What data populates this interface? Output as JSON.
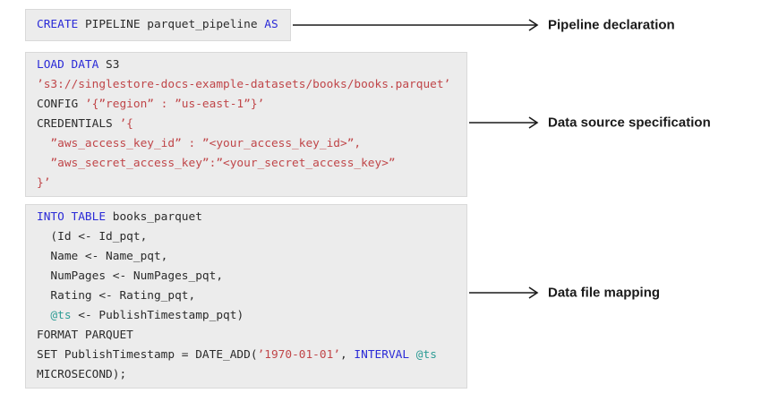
{
  "colors": {
    "page_bg": "#ffffff",
    "box_bg": "#ececec",
    "box_border": "#d9d9d9",
    "code_text": "#2b2b2b",
    "keyword": "#2b2bd7",
    "string": "#c04649",
    "variable": "#2e9c95",
    "arrow": "#1a1a1a",
    "label_text": "#1a1a1a"
  },
  "blocks": [
    {
      "id": "pipeline-declaration-code",
      "lines": [
        [
          {
            "c": "kw",
            "t": "CREATE"
          },
          {
            "c": "plain",
            "t": " PIPELINE parquet_pipeline "
          },
          {
            "c": "kw",
            "t": "AS"
          }
        ]
      ]
    },
    {
      "id": "data-source-specification-code",
      "lines": [
        [
          {
            "c": "kw",
            "t": "LOAD DATA"
          },
          {
            "c": "plain",
            "t": " S3"
          }
        ],
        [
          {
            "c": "str",
            "t": "’s3://singlestore-docs-example-datasets/books/books.parquet’"
          }
        ],
        [
          {
            "c": "plain",
            "t": "CONFIG "
          },
          {
            "c": "str",
            "t": "’{”region” : ”us-east-1”}’"
          }
        ],
        [
          {
            "c": "plain",
            "t": "CREDENTIALS "
          },
          {
            "c": "str",
            "t": "’{"
          }
        ],
        [
          {
            "c": "str",
            "t": "  ”aws_access_key_id” : ”<your_access_key_id>”,"
          }
        ],
        [
          {
            "c": "str",
            "t": "  ”aws_secret_access_key”:”<your_secret_access_key>”"
          }
        ],
        [
          {
            "c": "str",
            "t": "}’"
          }
        ]
      ]
    },
    {
      "id": "data-file-mapping-code",
      "lines": [
        [
          {
            "c": "kw",
            "t": "INTO TABLE"
          },
          {
            "c": "plain",
            "t": " books_parquet"
          }
        ],
        [
          {
            "c": "plain",
            "t": "  (Id <- Id_pqt,"
          }
        ],
        [
          {
            "c": "plain",
            "t": "  Name <- Name_pqt,"
          }
        ],
        [
          {
            "c": "plain",
            "t": "  NumPages <- NumPages_pqt,"
          }
        ],
        [
          {
            "c": "plain",
            "t": "  Rating <- Rating_pqt,"
          }
        ],
        [
          {
            "c": "plain",
            "t": "  "
          },
          {
            "c": "var",
            "t": "@ts"
          },
          {
            "c": "plain",
            "t": " <- PublishTimestamp_pqt)"
          }
        ],
        [
          {
            "c": "plain",
            "t": "FORMAT PARQUET"
          }
        ],
        [
          {
            "c": "plain",
            "t": "SET PublishTimestamp = DATE_ADD("
          },
          {
            "c": "str",
            "t": "’1970-01-01’"
          },
          {
            "c": "plain",
            "t": ", "
          },
          {
            "c": "kw",
            "t": "INTERVAL"
          },
          {
            "c": "plain",
            "t": " "
          },
          {
            "c": "var",
            "t": "@ts"
          }
        ],
        [
          {
            "c": "plain",
            "t": "MICROSECOND);"
          }
        ]
      ]
    }
  ],
  "annotations": [
    {
      "label": "Pipeline declaration"
    },
    {
      "label": "Data source specification"
    },
    {
      "label": "Data file mapping"
    }
  ]
}
